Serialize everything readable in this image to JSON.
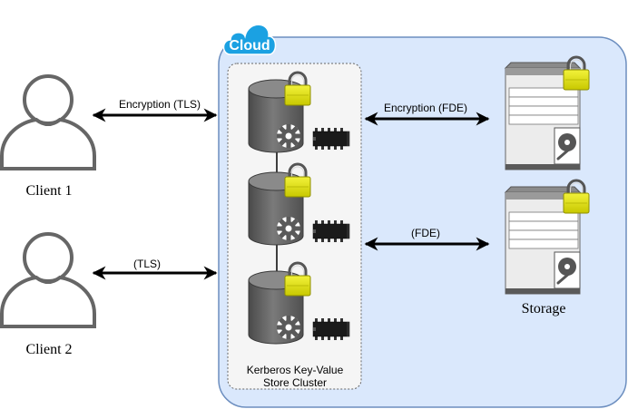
{
  "clients": [
    {
      "label": "Client 1"
    },
    {
      "label": "Client 2"
    }
  ],
  "cloud": {
    "label": "Cloud"
  },
  "cluster": {
    "label_line1": "Kerberos Key-Value",
    "label_line2": "Store Cluster"
  },
  "links": {
    "client1_tls": "Encryption (TLS)",
    "client2_tls": "(TLS)",
    "storage1_fde": "Encryption (FDE)",
    "storage2_fde": "(FDE)"
  },
  "storage": {
    "label": "Storage"
  },
  "colors": {
    "cloud_fill": "#dae8fc",
    "cloud_stroke": "#6c8ebf",
    "cloud_badge": "#1ba1e2",
    "cluster_fill": "#f5f5f5",
    "lock_yellow": "#e6e600",
    "icon_gray": "#6a6a6a"
  }
}
